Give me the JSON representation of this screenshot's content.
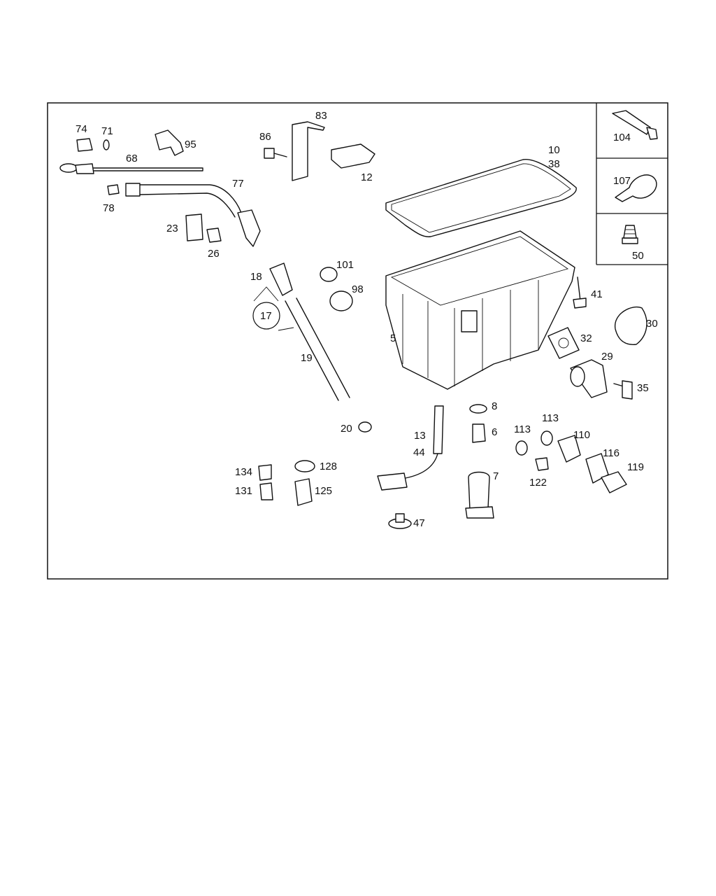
{
  "diagram": {
    "callouts": [
      "74",
      "71",
      "95",
      "68",
      "78",
      "77",
      "86",
      "83",
      "12",
      "10",
      "38",
      "23",
      "26",
      "18",
      "17",
      "101",
      "98",
      "19",
      "5",
      "41",
      "30",
      "32",
      "29",
      "35",
      "20",
      "8",
      "13",
      "6",
      "44",
      "113",
      "110",
      "116",
      "119",
      "122",
      "134",
      "128",
      "131",
      "125",
      "7",
      "47"
    ],
    "legend": [
      {
        "number": "104",
        "icon": "sealant-tube-icon"
      },
      {
        "number": "107",
        "icon": "cable-tie-icon"
      },
      {
        "number": "50",
        "icon": "clip-fastener-icon"
      }
    ]
  }
}
